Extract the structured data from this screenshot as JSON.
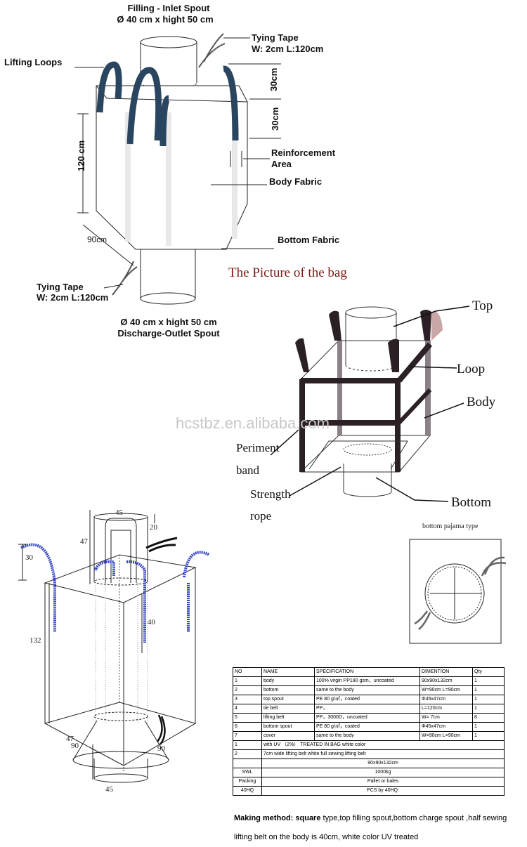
{
  "diagram1": {
    "top_spout": "Filling - Inlet Spout",
    "top_spout_dim": "Ø 40 cm x hight 50 cm",
    "tying_tape_top": "Tying Tape",
    "tying_tape_top_dim": "W: 2cm  L:120cm",
    "lifting_loops": "Lifting Loops",
    "loop_height": "30cm",
    "top_height": "30cm",
    "height": "120 cm",
    "reinforcement": "Reinforcement",
    "reinforcement_2": "Area",
    "body_fabric": "Body Fabric",
    "bottom_fabric": "Bottom Fabric",
    "width": "90",
    "width_unit": "cm",
    "tying_tape_bottom": "Tying Tape",
    "tying_tape_bottom_dim": "W: 2cm  L:120cm",
    "bottom_spout_dim": "Ø 40 cm x hight 50 cm",
    "bottom_spout": "Discharge-Outlet Spout"
  },
  "diagram2": {
    "title": "The Picture of the bag",
    "top": "Top",
    "loop": "Loop",
    "body": "Body",
    "periment_1": "Periment",
    "periment_2": "band",
    "strength_1": "Strength",
    "strength_2": "rope",
    "bottom": "Bottom"
  },
  "watermark": "hcstbz.en.alibaba.com",
  "diagram3": {
    "d45_top": "45",
    "d47_top": "47",
    "d20": "20",
    "d30": "30",
    "d40": "40",
    "d132": "132",
    "d47_bottom": "47",
    "d90_left": "90",
    "d90_right": "90",
    "d45_bottom": "45"
  },
  "pajama": {
    "title": "bottom pajama type"
  },
  "spec_table": {
    "headers": [
      "NO",
      "NAME",
      "SPECIFICATION",
      "DIMENTION",
      "Qty"
    ],
    "rows": [
      [
        "1",
        "body",
        "100% virgin PP190 gsm，uncoated",
        "90x90x132cm",
        "1"
      ],
      [
        "2",
        "bottom",
        "same to the body",
        "W=90cm L=90cm",
        "1"
      ],
      [
        "3",
        "top spout",
        "PE 80 g/㎡，coated",
        "Φ45x47cm",
        "1"
      ],
      [
        "4",
        "tie belt",
        "PP，",
        "L=120cm",
        "1"
      ],
      [
        "5",
        "lifting belt",
        "PP，3000D，uncoated",
        "W= 7cm",
        "8"
      ],
      [
        "6",
        "bottom spout",
        "PE 80 g/㎡，coated",
        "Φ45x47cm",
        "1"
      ],
      [
        "7",
        "cover",
        "same to the body",
        "W=90cm L=90cm",
        "1"
      ]
    ],
    "notes": [
      [
        "1",
        "with UV （2%） TREATED IN BAG  white color"
      ],
      [
        "2",
        "7cm wide  lifting belt  white  full sewing lifting belt"
      ]
    ],
    "size": "90x90x132cm",
    "swl_label": "SWL",
    "swl_value": "1000kg",
    "packing_label": "Packing",
    "packing_value": "Pallet or bales",
    "hq_label": "40HQ",
    "hq_value": "PCS by 40HQ:"
  },
  "method": {
    "bold": "Making method: square",
    "text": " type,top filling spout,bottom charge spout  ,half sewing lifting belt on the body is 40cm, white color UV treated"
  }
}
